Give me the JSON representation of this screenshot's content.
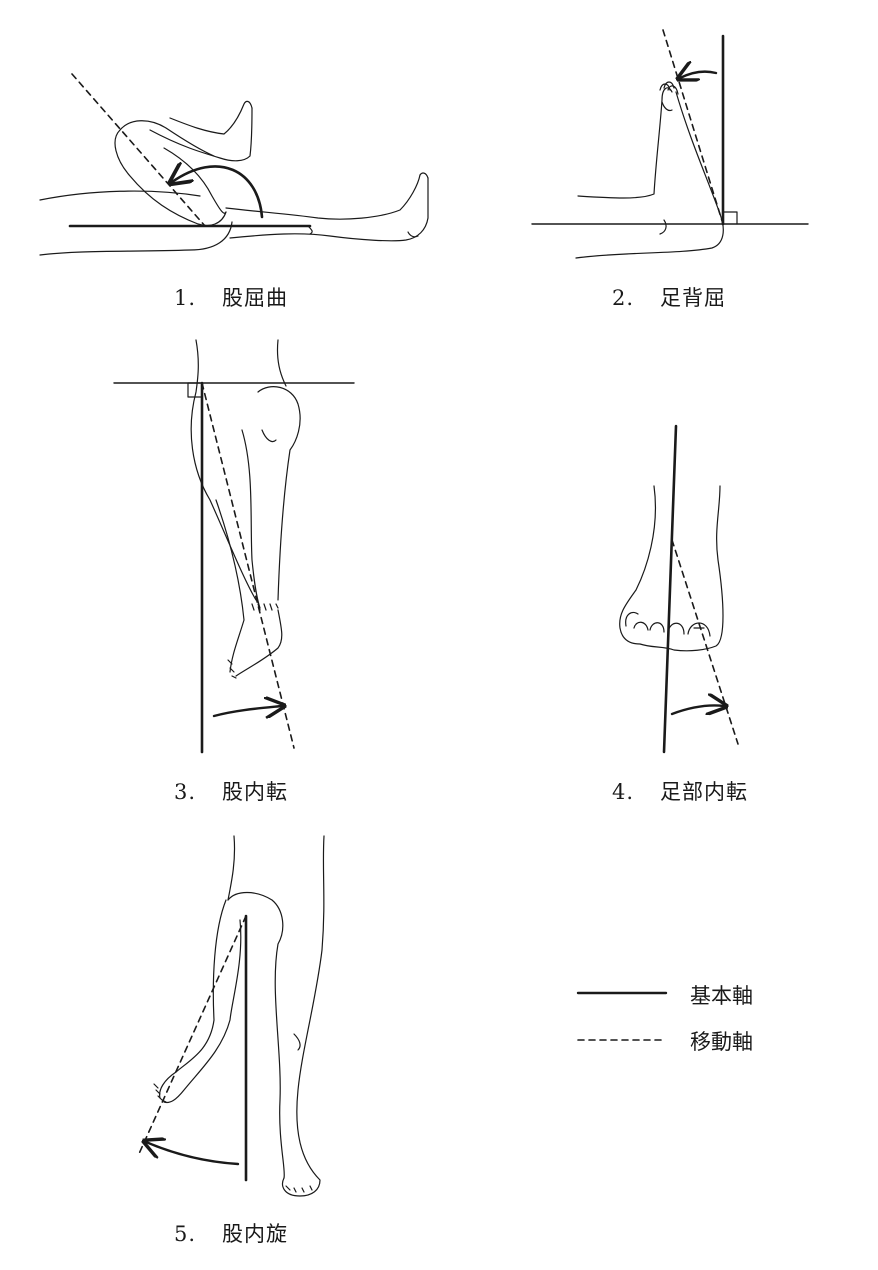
{
  "figures": [
    {
      "number": "1.",
      "label": "股屈曲"
    },
    {
      "number": "2.",
      "label": "足背屈"
    },
    {
      "number": "3.",
      "label": "股内転"
    },
    {
      "number": "4.",
      "label": "足部内転"
    },
    {
      "number": "5.",
      "label": "股内旋"
    }
  ],
  "legend": {
    "basic_axis": "基本軸",
    "moving_axis": "移動軸"
  }
}
